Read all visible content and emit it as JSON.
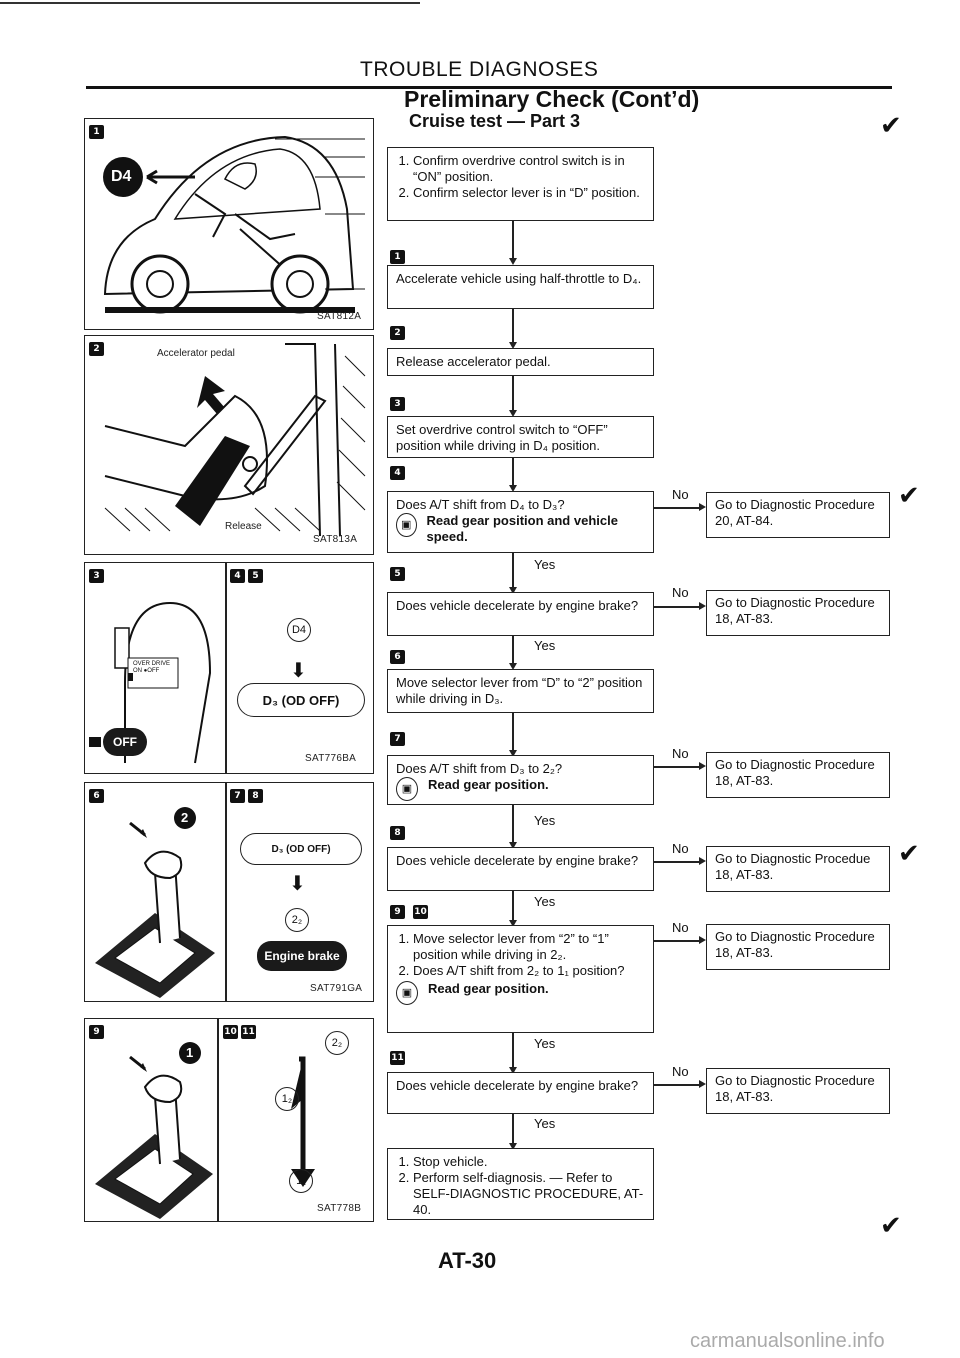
{
  "header": {
    "section": "TROUBLE DIAGNOSES",
    "title": "Preliminary Check (Cont’d)",
    "subtitle": "Cruise test — Part 3"
  },
  "panels": {
    "p1": {
      "badge": "1",
      "code": "SAT812A",
      "d4_label": "D4"
    },
    "p2": {
      "badge": "2",
      "code": "SAT813A",
      "pedal_label": "Accelerator pedal",
      "release_label": "Release"
    },
    "p3": {
      "badge_left": "3",
      "badges_right": [
        "4",
        "5"
      ],
      "code": "SAT776BA",
      "d4": "D4",
      "d3_oval": "D₃ (OD OFF)",
      "switch_text": "OVER DRIVE\nON ●OFF",
      "off_label": "OFF"
    },
    "p4": {
      "badge_left": "6",
      "badges_right": [
        "7",
        "8"
      ],
      "code": "SAT791GA",
      "d3_oval": "D₃ (OD OFF)",
      "g22": "2₂",
      "engine_brake": "Engine brake",
      "step_num": "2"
    },
    "p5": {
      "badge_left": "9",
      "badges_right": [
        "10",
        "11"
      ],
      "code": "SAT778B",
      "g22": "2₂",
      "g12": "1₂",
      "g11": "1₁",
      "step_num": "1"
    }
  },
  "flow": {
    "intro": [
      "Confirm overdrive control switch is in “ON” position.",
      "Confirm selector lever is in “D” position."
    ],
    "s1": {
      "badge": "1",
      "text": "Accelerate vehicle using half-throttle to D₄."
    },
    "s2": {
      "badge": "2",
      "text": "Release accelerator pedal."
    },
    "s3": {
      "badge": "3",
      "text": "Set overdrive control switch to “OFF” position while driving in D₄ position."
    },
    "s4": {
      "badge": "4",
      "q": "Does A/T shift from D₄ to D₃?",
      "note": "Read gear position and vehicle speed.",
      "no": "No",
      "yes": "Yes",
      "no_target": "Go to Diagnostic Procedure 20, AT-84."
    },
    "s5": {
      "badge": "5",
      "q": "Does vehicle decelerate by engine brake?",
      "no": "No",
      "yes": "Yes",
      "no_target": "Go to Diagnostic Procedure 18, AT-83."
    },
    "s6": {
      "badge": "6",
      "text": "Move selector lever from “D” to “2” position while driving in D₃."
    },
    "s7": {
      "badge": "7",
      "q": "Does A/T shift from D₃ to 2₂?",
      "note": "Read gear position.",
      "no": "No",
      "yes": "Yes",
      "no_target": "Go to Diagnostic Procedure 18, AT-83."
    },
    "s8": {
      "badge": "8",
      "q": "Does vehicle decelerate by engine brake?",
      "no": "No",
      "yes": "Yes",
      "no_target": "Go to Diagnostic Procedue 18, AT-83."
    },
    "s9": {
      "badges": [
        "9",
        "10"
      ],
      "items": [
        "Move selector lever from “2” to “1” position while driving in 2₂.",
        "Does A/T shift from 2₂ to 1₁ position?"
      ],
      "note": "Read gear position.",
      "no": "No",
      "yes": "Yes",
      "no_target": "Go to Diagnostic Procedure 18, AT-83."
    },
    "s11": {
      "badge": "11",
      "q": "Does vehicle decelerate by engine brake?",
      "no": "No",
      "yes": "Yes",
      "no_target": "Go to Diagnostic Procedure 18, AT-83."
    },
    "final": [
      "Stop vehicle.",
      "Perform self-diagnosis. — Refer to SELF-DIAGNOSTIC PROCEDURE, AT-40."
    ]
  },
  "footer": {
    "page": "AT-30",
    "watermark": "carmanualsonline.info"
  }
}
